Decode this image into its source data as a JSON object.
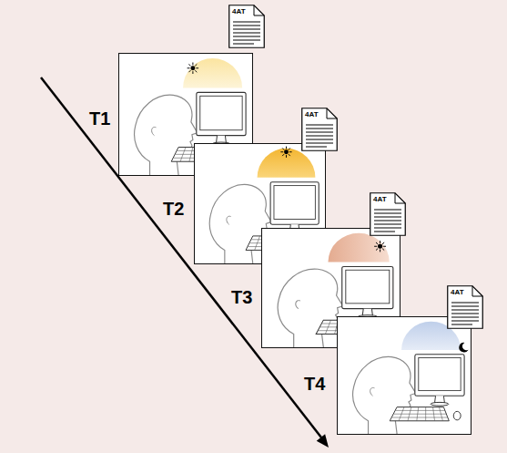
{
  "diagram": {
    "nodes": [
      {
        "text": [
          "T1"
        ]
      },
      {
        "text": [
          "4AT"
        ],
        "in": 0
      },
      {
        "text": [
          "T2"
        ]
      },
      {
        "text": [
          "4AT"
        ],
        "in": 2
      },
      {
        "text": [
          "T3"
        ]
      },
      {
        "text": [
          "4AT"
        ],
        "in": 4
      },
      {
        "text": [
          "T4"
        ]
      },
      {
        "text": [
          "4AT"
        ],
        "in": 6
      }
    ]
  }
}
